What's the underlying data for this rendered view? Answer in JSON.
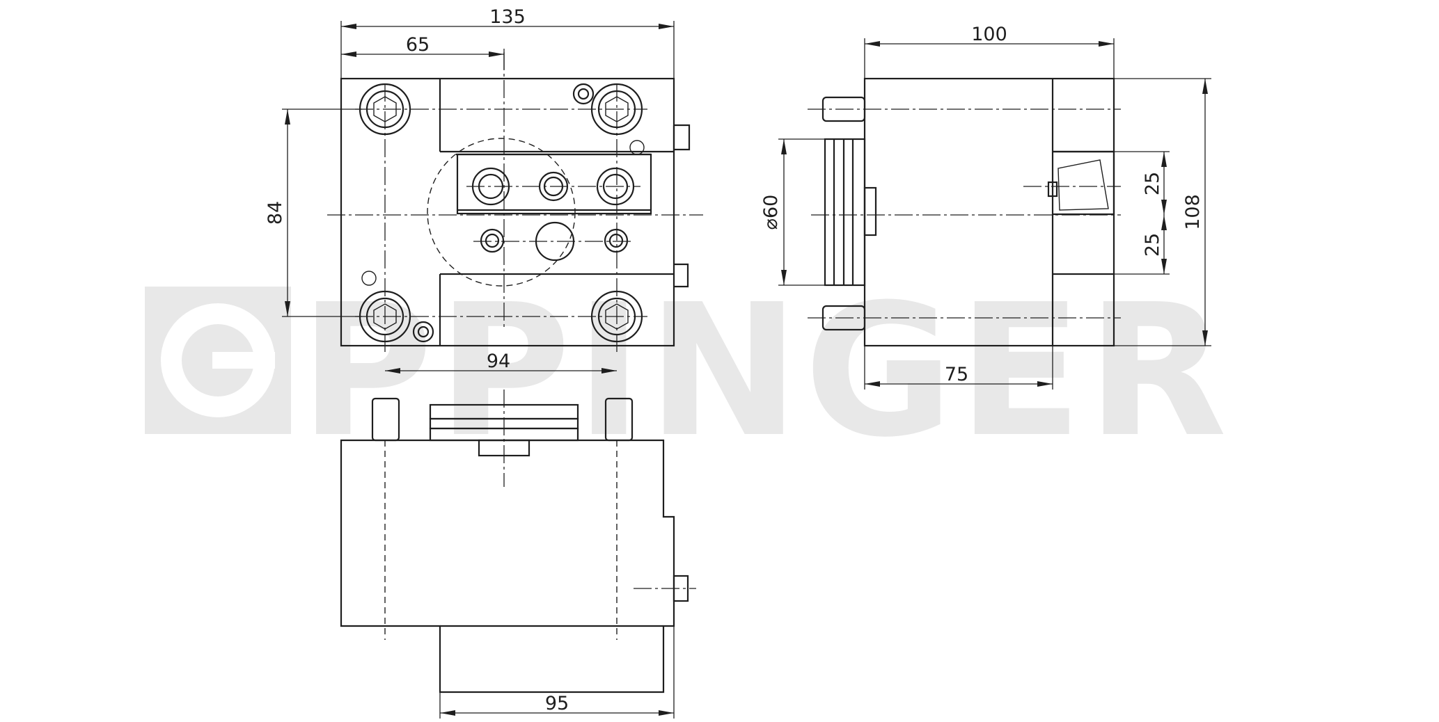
{
  "watermark": {
    "logo_text": "EPPINGER"
  },
  "dimensions": {
    "front_width": "135",
    "front_offset": "65",
    "front_height": "84",
    "front_hole_spacing": "94",
    "side_width": "100",
    "side_diameter": "⌀60",
    "side_upper_offset": "25",
    "side_lower_offset": "25",
    "side_height": "108",
    "side_shank": "75",
    "top_width": "95"
  }
}
